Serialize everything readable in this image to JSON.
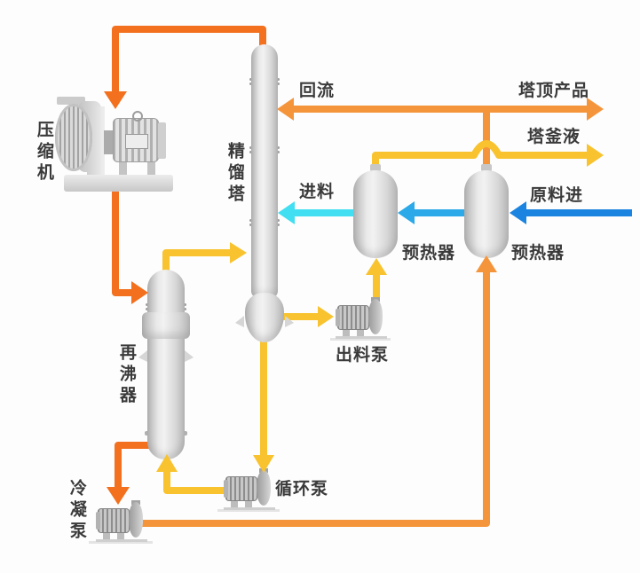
{
  "labels": {
    "compressor": "压缩机",
    "column": "精馏塔",
    "reflux": "回流",
    "top_product": "塔顶产品",
    "bottoms_liquid": "塔釜液",
    "raw_material_in": "原料进",
    "preheater_left": "预热器",
    "preheater_right": "预热器",
    "feed": "进料",
    "reboiler": "再沸器",
    "discharge_pump": "出料泵",
    "circulation_pump": "循环泵",
    "condensate_pump": "冷凝泵"
  },
  "colors": {
    "bg": "#fdfdfd",
    "orange_deep": "#F2701E",
    "orange_light": "#F5953B",
    "yellow": "#F8C32E",
    "cyan": "#41DFF1",
    "blue_mid": "#2BA9E8",
    "blue_dark": "#1B84E0",
    "label": "#3A3A3A"
  },
  "streams": [
    {
      "name": "overhead-vapor-to-compressor",
      "color": "orange_deep",
      "from": "column-top",
      "to": "compressor"
    },
    {
      "name": "compressed-vapor-to-reboiler",
      "color": "orange_deep",
      "from": "compressor",
      "to": "reboiler-top"
    },
    {
      "name": "condensate-to-pump",
      "color": "orange_deep",
      "from": "reboiler-bottom",
      "to": "condensate-pump"
    },
    {
      "name": "condensate-to-preheater",
      "color": "orange_light",
      "from": "condensate-pump",
      "to": "preheater-right-bottom"
    },
    {
      "name": "reflux",
      "label": "回流",
      "color": "orange_light",
      "from": "preheater-right-top",
      "to": "column"
    },
    {
      "name": "top-product-out",
      "label": "塔顶产品",
      "color": "orange_light",
      "from": "preheater-right-top",
      "to": "out-right"
    },
    {
      "name": "bottoms-to-discharge-pump",
      "color": "yellow",
      "from": "column-bottom-drum",
      "to": "discharge-pump"
    },
    {
      "name": "bottoms-to-preheater",
      "color": "yellow",
      "from": "discharge-pump",
      "to": "preheater-left-bottom"
    },
    {
      "name": "bottoms-liquid-out",
      "label": "塔釜液",
      "color": "yellow",
      "from": "preheater-left-top",
      "to": "out-right"
    },
    {
      "name": "drum-to-circulation-pump",
      "color": "yellow",
      "from": "column-bottom-drum",
      "to": "circulation-pump"
    },
    {
      "name": "circulation-to-reboiler",
      "color": "yellow",
      "from": "circulation-pump",
      "to": "reboiler-bottom"
    },
    {
      "name": "reboiler-return-to-column",
      "color": "yellow",
      "from": "reboiler-top",
      "to": "column"
    },
    {
      "name": "raw-material-in",
      "label": "原料进",
      "color": "blue_dark",
      "from": "in-right",
      "to": "preheater-right"
    },
    {
      "name": "preheater-to-preheater",
      "color": "blue_mid",
      "from": "preheater-right",
      "to": "preheater-left"
    },
    {
      "name": "feed-to-column",
      "label": "进料",
      "color": "cyan",
      "from": "preheater-left",
      "to": "column"
    }
  ]
}
